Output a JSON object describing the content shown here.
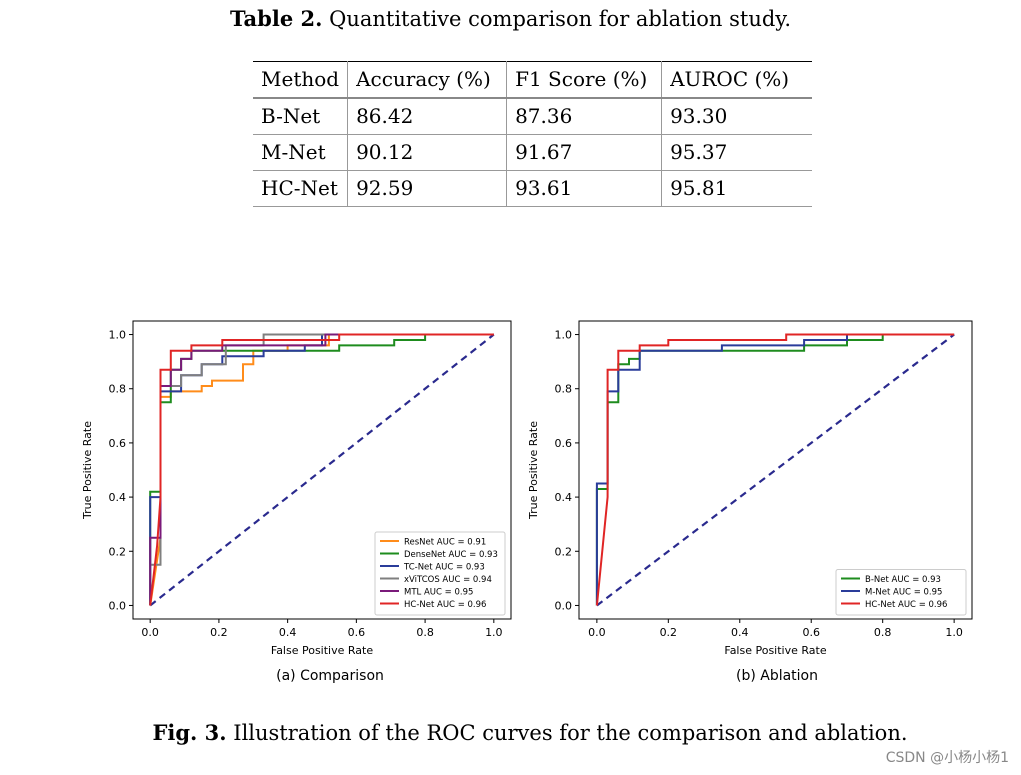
{
  "table": {
    "caption_label": "Table 2.",
    "caption_text": "Quantitative comparison for ablation study.",
    "headers": [
      "Method",
      "Accuracy (%)",
      "F1 Score (%)",
      "AUROC (%)"
    ],
    "rows": [
      [
        "B-Net",
        "86.42",
        "87.36",
        "93.30"
      ],
      [
        "M-Net",
        "90.12",
        "91.67",
        "95.37"
      ],
      [
        "HC-Net",
        "92.59",
        "93.61",
        "95.81"
      ]
    ]
  },
  "figure": {
    "caption_label": "Fig. 3.",
    "caption_text": "Illustration of the ROC curves for the comparison and ablation.",
    "sub_a": "(a) Comparison",
    "sub_b": "(b) Ablation"
  },
  "watermark": "CSDN @小杨小杨1",
  "chart_data": [
    {
      "type": "line",
      "xlabel": "False Positive Rate",
      "ylabel": "True Positive Rate",
      "xlim": [
        0,
        1
      ],
      "ylim": [
        0,
        1
      ],
      "xticks": [
        "0.0",
        "0.2",
        "0.4",
        "0.6",
        "0.8",
        "1.0"
      ],
      "yticks": [
        "0.0",
        "0.2",
        "0.4",
        "0.6",
        "0.8",
        "1.0"
      ],
      "legend_position": "lower-right",
      "diagonal": {
        "color": "#2a2a8e",
        "x": [
          0,
          1
        ],
        "y": [
          0,
          1
        ]
      },
      "series": [
        {
          "name": "ResNet AUC = 0.91",
          "color": "#ff8c1a",
          "x": [
            0,
            0.03,
            0.03,
            0.06,
            0.06,
            0.15,
            0.15,
            0.18,
            0.18,
            0.27,
            0.27,
            0.3,
            0.3,
            0.4,
            0.4,
            0.52,
            0.52,
            1.0
          ],
          "y": [
            0,
            0.25,
            0.77,
            0.77,
            0.79,
            0.79,
            0.81,
            0.81,
            0.83,
            0.83,
            0.89,
            0.89,
            0.94,
            0.94,
            0.96,
            0.96,
            1.0,
            1.0
          ]
        },
        {
          "name": "DenseNet AUC = 0.93",
          "color": "#1e8c1e",
          "x": [
            0,
            0.0,
            0.03,
            0.03,
            0.06,
            0.06,
            0.09,
            0.09,
            0.12,
            0.12,
            0.55,
            0.55,
            0.71,
            0.71,
            0.8,
            0.8,
            1.0
          ],
          "y": [
            0,
            0.42,
            0.42,
            0.75,
            0.75,
            0.87,
            0.87,
            0.91,
            0.91,
            0.94,
            0.94,
            0.96,
            0.96,
            0.98,
            0.98,
            1.0,
            1.0
          ]
        },
        {
          "name": "TC-Net AUC = 0.93",
          "color": "#2a3c9a",
          "x": [
            0,
            0.0,
            0.03,
            0.03,
            0.09,
            0.09,
            0.15,
            0.15,
            0.21,
            0.21,
            0.33,
            0.33,
            0.45,
            0.45,
            0.5,
            0.5,
            1.0
          ],
          "y": [
            0,
            0.4,
            0.4,
            0.79,
            0.79,
            0.85,
            0.85,
            0.89,
            0.89,
            0.92,
            0.92,
            0.94,
            0.94,
            0.96,
            0.96,
            1.0,
            1.0
          ]
        },
        {
          "name": "xViTCOS AUC = 0.94",
          "color": "#7f7f7f",
          "x": [
            0,
            0.0,
            0.03,
            0.03,
            0.09,
            0.09,
            0.15,
            0.15,
            0.22,
            0.22,
            0.33,
            0.33,
            1.0
          ],
          "y": [
            0,
            0.15,
            0.15,
            0.81,
            0.81,
            0.85,
            0.85,
            0.89,
            0.89,
            0.96,
            0.96,
            1.0,
            1.0
          ]
        },
        {
          "name": "MTL AUC = 0.95",
          "color": "#7a1a7a",
          "x": [
            0,
            0.0,
            0.03,
            0.03,
            0.06,
            0.06,
            0.09,
            0.09,
            0.12,
            0.12,
            0.21,
            0.21,
            0.51,
            0.51,
            1.0
          ],
          "y": [
            0,
            0.25,
            0.25,
            0.81,
            0.81,
            0.87,
            0.87,
            0.91,
            0.91,
            0.94,
            0.94,
            0.96,
            0.96,
            1.0,
            1.0
          ]
        },
        {
          "name": "HC-Net AUC = 0.96",
          "color": "#e02525",
          "x": [
            0,
            0.02,
            0.03,
            0.03,
            0.06,
            0.06,
            0.12,
            0.12,
            0.21,
            0.21,
            0.55,
            0.55,
            1.0
          ],
          "y": [
            0,
            0.22,
            0.4,
            0.87,
            0.87,
            0.94,
            0.94,
            0.96,
            0.96,
            0.98,
            0.98,
            1.0,
            1.0
          ]
        }
      ]
    },
    {
      "type": "line",
      "xlabel": "False Positive Rate",
      "ylabel": "True Positive Rate",
      "xlim": [
        0,
        1
      ],
      "ylim": [
        0,
        1
      ],
      "xticks": [
        "0.0",
        "0.2",
        "0.4",
        "0.6",
        "0.8",
        "1.0"
      ],
      "yticks": [
        "0.0",
        "0.2",
        "0.4",
        "0.6",
        "0.8",
        "1.0"
      ],
      "legend_position": "lower-right",
      "diagonal": {
        "color": "#2a2a8e",
        "x": [
          0,
          1
        ],
        "y": [
          0,
          1
        ]
      },
      "series": [
        {
          "name": "B-Net AUC = 0.93",
          "color": "#1e8c1e",
          "x": [
            0,
            0.0,
            0.03,
            0.03,
            0.06,
            0.06,
            0.09,
            0.09,
            0.12,
            0.12,
            0.58,
            0.58,
            0.7,
            0.7,
            0.8,
            0.8,
            1.0
          ],
          "y": [
            0,
            0.43,
            0.43,
            0.75,
            0.75,
            0.89,
            0.89,
            0.91,
            0.91,
            0.94,
            0.94,
            0.96,
            0.96,
            0.98,
            0.98,
            1.0,
            1.0
          ]
        },
        {
          "name": "M-Net AUC = 0.95",
          "color": "#2a3c9a",
          "x": [
            0,
            0.0,
            0.03,
            0.03,
            0.06,
            0.06,
            0.12,
            0.12,
            0.35,
            0.35,
            0.58,
            0.58,
            0.7,
            0.7,
            1.0
          ],
          "y": [
            0,
            0.45,
            0.45,
            0.79,
            0.79,
            0.87,
            0.87,
            0.94,
            0.94,
            0.96,
            0.96,
            0.98,
            0.98,
            1.0,
            1.0
          ]
        },
        {
          "name": "HC-Net AUC = 0.96",
          "color": "#e02525",
          "x": [
            0,
            0.03,
            0.03,
            0.06,
            0.06,
            0.12,
            0.12,
            0.2,
            0.2,
            0.53,
            0.53,
            1.0
          ],
          "y": [
            0,
            0.4,
            0.87,
            0.87,
            0.94,
            0.94,
            0.96,
            0.96,
            0.98,
            0.98,
            1.0,
            1.0
          ]
        }
      ]
    }
  ]
}
